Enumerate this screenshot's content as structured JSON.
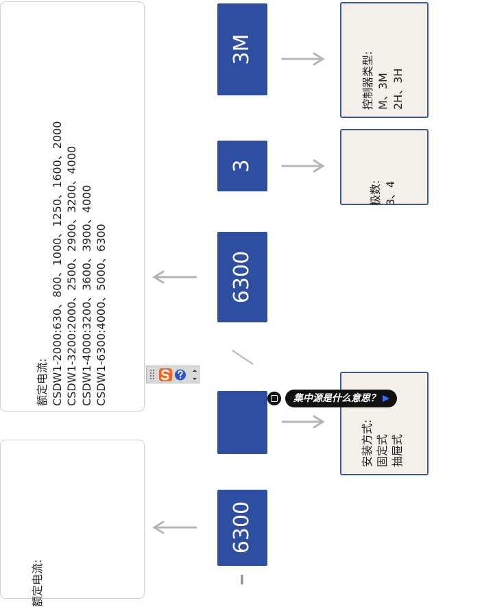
{
  "codes": {
    "c3m": "3M",
    "c3": "3",
    "c6300": "6300",
    "c6300b": "6300"
  },
  "info": {
    "controller_title": "控制器类型:",
    "controller_line1": "M、3M",
    "controller_line2": "2H、3H",
    "poles_title": "极数:",
    "poles_line1": "3、4",
    "install_title": "安装方式:",
    "install_line1": "固定式",
    "install_line2": "抽屉式"
  },
  "current": {
    "title": "额定电流:",
    "lines": [
      "CSDW1-2000:630、800、1000、1250、1600、2000",
      "CSDW1-3200:2000、2500、2900、3200、4000",
      "CSDW1-4000:3200、3600、3900、4000",
      "CSDW1-6300:4000、5000、6300"
    ],
    "title_partial": "额定电流:"
  },
  "tooltip": {
    "text": "集中源是什么意思？"
  },
  "colors": {
    "code_blue": "#2e4ea2",
    "info_bg": "#f5efe9",
    "arrow": "#b5b5b5"
  }
}
